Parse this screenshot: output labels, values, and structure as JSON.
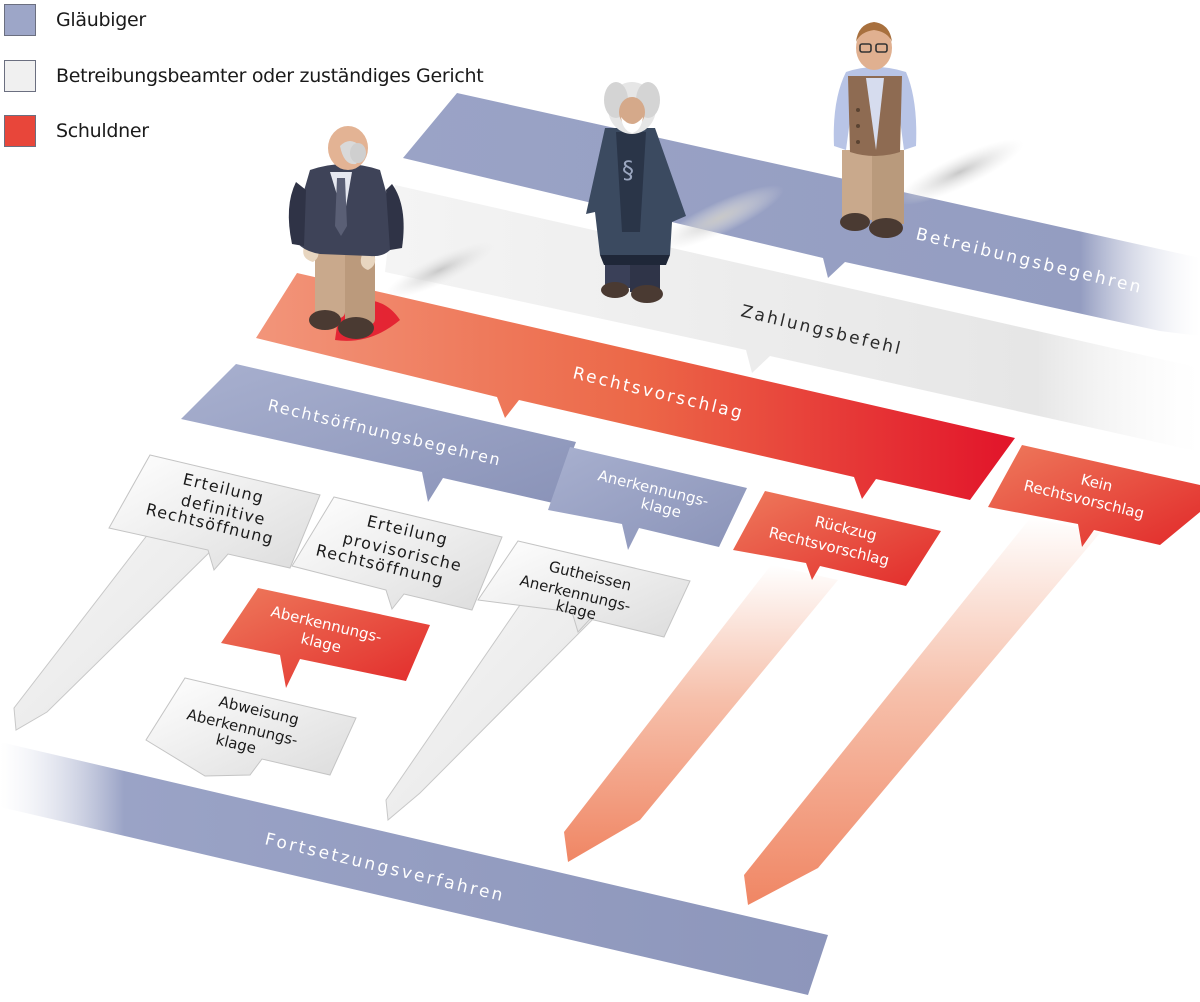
{
  "legend": {
    "creditor": {
      "label": "Gläubiger",
      "color": "#9da6c8"
    },
    "authority": {
      "label": "Betreibungsbeamter oder zuständiges Gericht",
      "color": "#f0f0f0"
    },
    "debtor": {
      "label": "Schuldner",
      "color": "#e8463a"
    }
  },
  "steps": {
    "betreibungsbegehren": "Betreibungsbegehren",
    "zahlungsbefehl": "Zahlungsbefehl",
    "rechtsvorschlag": "Rechtsvorschlag",
    "rechtsoeffnungsbegehren": "Rechtsöffnungsbegehren",
    "definitive_1": "Erteilung",
    "definitive_2": "definitive",
    "definitive_3": "Rechtsöffnung",
    "provisorische_1": "Erteilung",
    "provisorische_2": "provisorische",
    "provisorische_3": "Rechtsöffnung",
    "aberkennungsklage_1": "Aberkennungs-",
    "aberkennungsklage_2": "klage",
    "abweisung_1": "Abweisung",
    "abweisung_2": "Aberkennungs-",
    "abweisung_3": "klage",
    "anerkennungsklage_1": "Anerkennungs-",
    "anerkennungsklage_2": "klage",
    "gutheissen_1": "Gutheissen",
    "gutheissen_2": "Anerkennungs-",
    "gutheissen_3": "klage",
    "rueckzug_1": "Rückzug",
    "rueckzug_2": "Rechtsvorschlag",
    "kein_1": "Kein",
    "kein_2": "Rechtsvorschlag",
    "fortsetzungsverfahren": "Fortsetzungsverfahren"
  },
  "colors": {
    "creditor": "#9da6c8",
    "creditor_dark": "#7f89b0",
    "authority": "#f0f0f0",
    "authority_edge": "#bdbdbd",
    "debtor": "#e8463a",
    "debtor_light": "#f08a6c"
  },
  "figures": {
    "debtor": "debtor-figure",
    "judge": "judge-figure",
    "creditor": "creditor-figure"
  }
}
